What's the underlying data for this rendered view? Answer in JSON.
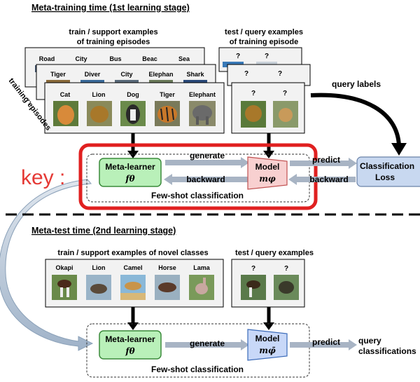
{
  "meta_training": {
    "title": "Meta-training time (1st learning stage)",
    "support_header_1": "train / support examples",
    "support_header_2": "of training episodes",
    "query_header_1": "test / query examples",
    "query_header_2": "of training episode",
    "back_labels": [
      "Road",
      "City",
      "Bus",
      "Beac",
      "Sea"
    ],
    "mid_labels": [
      "Tiger",
      "Diver",
      "City",
      "Elephan",
      "Shark"
    ],
    "front_labels": [
      "Cat",
      "Lion",
      "Dog",
      "Tiger",
      "Elephant"
    ],
    "query_marks": [
      "?",
      "?"
    ],
    "episodes_label": "training episodes",
    "ellipsis": "...",
    "query_labels": "query labels",
    "meta_learner": "Meta-learner",
    "meta_learner_sym": "fθ",
    "generate": "generate",
    "backward": "backward",
    "model": "Model",
    "model_sym": "mφ",
    "predict": "predict",
    "backward2": "backward",
    "loss_1": "Classification",
    "loss_2": "Loss",
    "fewshot": "Few-shot classification",
    "key": "key :"
  },
  "meta_test": {
    "title": "Meta-test time (2nd learning stage)",
    "support_header": "train / support examples of novel classes",
    "query_header": "test / query examples",
    "support_labels": [
      "Okapi",
      "Lion",
      "Camel",
      "Horse",
      "Lama"
    ],
    "query_marks": [
      "?",
      "?"
    ],
    "meta_learner": "Meta-learner",
    "meta_learner_sym": "fθ",
    "generate": "generate",
    "model": "Model",
    "model_sym": "mφ̄",
    "predict": "predict",
    "result_1": "query",
    "result_2": "classifications"
  },
  "colors": {
    "meta_learner_fill": "#b9f0b9",
    "model_train_fill": "#f8d0d0",
    "model_test_fill": "#c8d8f8",
    "loss_fill": "#c8d8f0",
    "highlight": "#e02020"
  }
}
